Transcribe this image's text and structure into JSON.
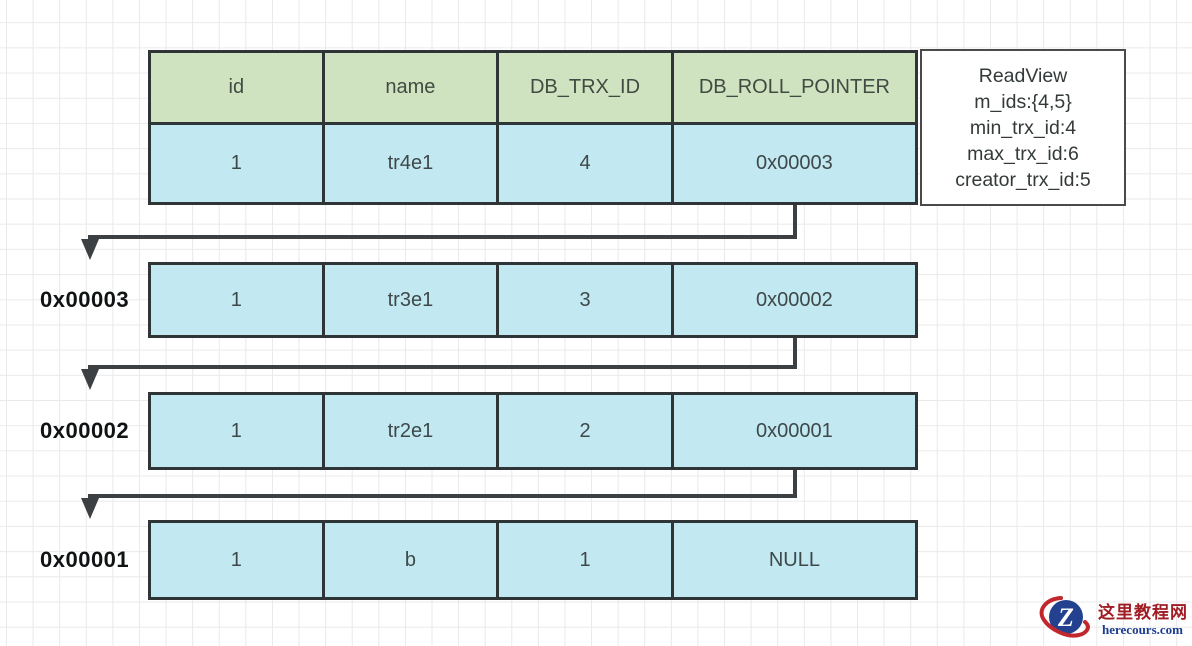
{
  "diagram": {
    "record_table": {
      "headers": [
        "id",
        "name",
        "DB_TRX_ID",
        "DB_ROLL_POINTER"
      ],
      "current_row": [
        "1",
        "tr4e1",
        "4",
        "0x00003"
      ]
    },
    "readview": {
      "title": "ReadView",
      "lines": [
        "m_ids:{4,5}",
        "min_trx_id:4",
        "max_trx_id:6",
        "creator_trx_id:5"
      ]
    },
    "versions": [
      {
        "label": "0x00003",
        "cells": [
          "1",
          "tr3e1",
          "3",
          "0x00002"
        ]
      },
      {
        "label": "0x00002",
        "cells": [
          "1",
          "tr2e1",
          "2",
          "0x00001"
        ]
      },
      {
        "label": "0x00001",
        "cells": [
          "1",
          "b",
          "1",
          "NULL"
        ]
      }
    ],
    "colors": {
      "header_green": "#d0e3c0",
      "cell_blue": "#c2e9f2",
      "border_dark": "#2f3436",
      "arrow": "#3d4042"
    }
  },
  "watermark": {
    "site_name": "这里教程网",
    "site_url": "herecours.com",
    "logo_letter": "Z",
    "brand_red": "#c1272d",
    "brand_navy": "#23418e"
  }
}
